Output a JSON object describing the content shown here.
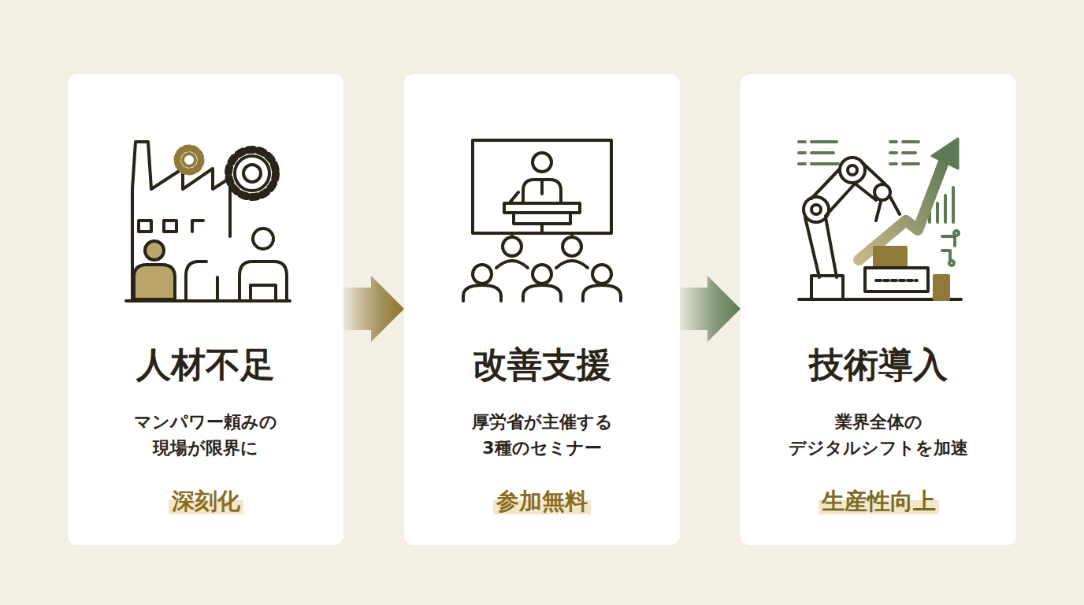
{
  "diagram": {
    "nodes": [
      {
        "text": [
          "人材不足",
          "マンパワー頼みの 現場が限界に",
          "深刻化"
        ]
      },
      {
        "text": [
          "改善支援",
          "厚労省が主催する 3種のセミナー",
          "参加無料"
        ]
      },
      {
        "text": [
          "技術導入",
          "業界全体の デジタルシフトを加速",
          "生産性向上"
        ]
      }
    ],
    "edges": [
      {
        "from": 0,
        "to": 1,
        "arrow": "to"
      },
      {
        "from": 1,
        "to": 2,
        "arrow": "to"
      }
    ]
  }
}
